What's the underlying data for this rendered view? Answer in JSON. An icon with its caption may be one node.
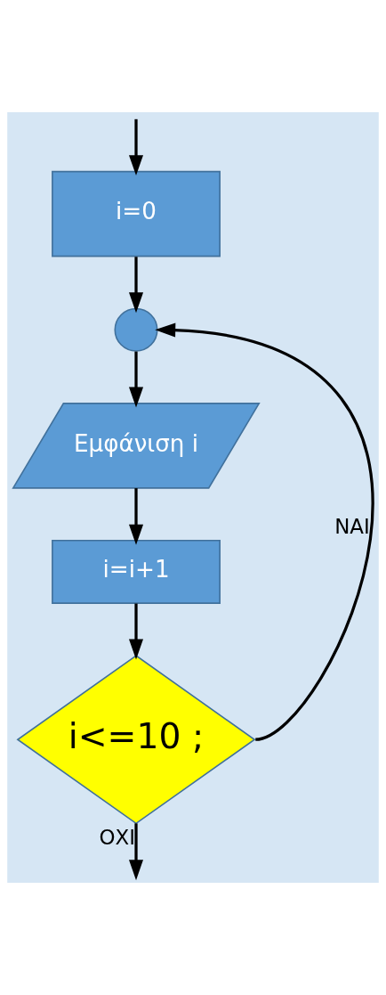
{
  "diagram": {
    "nodes": [
      {
        "text": [
          "i=0"
        ]
      },
      {
        "text": [],
        "shape": "circle"
      },
      {
        "text": [
          "Εμφάνιση i"
        ]
      },
      {
        "text": [
          "i=i+1"
        ]
      },
      {
        "text": [
          "i<=10 ;"
        ]
      }
    ],
    "edges": [
      {
        "from": null,
        "to": 0,
        "arrow": "to"
      },
      {
        "from": 0,
        "to": 1,
        "arrow": "to"
      },
      {
        "from": 1,
        "to": 2,
        "arrow": "to"
      },
      {
        "from": 2,
        "to": 3,
        "arrow": "to"
      },
      {
        "from": 3,
        "to": 4,
        "arrow": "to"
      },
      {
        "from": 4,
        "to": 1,
        "arrow": "to",
        "label": "ΝΑΙ"
      },
      {
        "from": 4,
        "to": null,
        "arrow": "to",
        "label": "ΟΧΙ"
      }
    ]
  }
}
